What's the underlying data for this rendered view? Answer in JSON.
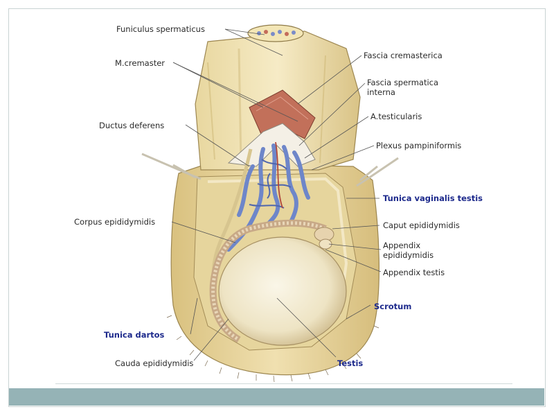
{
  "labels": {
    "funiculus_spermaticus": "Funiculus spermaticus",
    "m_cremaster": "M.cremaster",
    "ductus_deferens": "Ductus deferens",
    "corpus_epididymidis": "Corpus epididymidis",
    "tunica_dartos": "Tunica dartos",
    "cauda_epididymidis": "Cauda epididymidis",
    "fascia_cremasterica": "Fascia cremasterica",
    "fascia_spermatica_interna_1": "Fascia spermatica",
    "fascia_spermatica_interna_2": "interna",
    "a_testicularis": "A.testicularis",
    "plexus_pampiniformis": "Plexus pampiniformis",
    "tunica_vaginalis_testis": "Tunica vaginalis testis",
    "caput_epididymidis": "Caput epididymidis",
    "appendix_epididymidis_1": "Appendix",
    "appendix_epididymidis_2": "epididymidis",
    "appendix_testis": "Appendix testis",
    "scrotum": "Scrotum",
    "testis": "Testis"
  },
  "colors": {
    "highlight_label": "#1d2a8c",
    "footer_band": "#95b3b6",
    "skin": "#ead9a6",
    "skin_dark": "#c9b071",
    "muscle": "#c2705a",
    "vessel_blue": "#6e86c9",
    "testis": "#f1ead2"
  }
}
